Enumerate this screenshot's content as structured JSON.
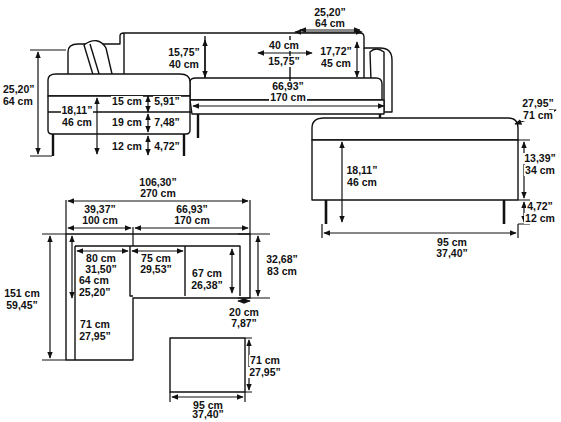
{
  "diagram": {
    "labels": [
      "25,20”",
      "64 cm",
      "15,75”",
      "40 cm",
      "40 cm",
      "15,75”",
      "17,72”",
      "45 cm",
      "25,20”",
      "64 cm",
      "66,93”",
      "170 cm",
      "27,95”",
      "71 cm",
      "18,11”",
      "46 cm",
      "15 cm",
      "5,91”",
      "19 cm",
      "7,48”",
      "12 cm",
      "4,72”",
      "13,39”",
      "34 cm",
      "18,11”",
      "46 cm",
      "4,72”",
      "12 cm",
      "95 cm",
      "37,40”",
      "106,30”",
      "270 cm",
      "39,37”",
      "100 cm",
      "66,93”",
      "170 cm",
      "80 cm",
      "31,50”",
      "75 cm",
      "29,53”",
      "32,68”",
      "83 cm",
      "67 cm",
      "26,38”",
      "151 cm",
      "59,45”",
      "64 cm",
      "25,20”",
      "20 cm",
      "7,87”",
      "71 cm",
      "27,95”",
      "71 cm",
      "27,95”",
      "95 cm",
      "37,40”"
    ]
  }
}
